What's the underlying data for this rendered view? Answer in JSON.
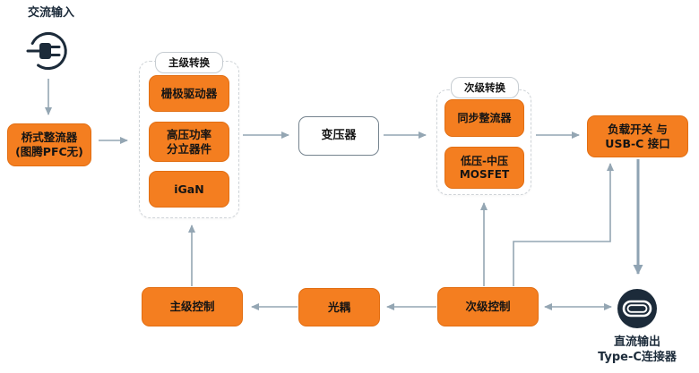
{
  "colors": {
    "accent_orange": "#F47E20",
    "navy": "#1C2B3A",
    "line_gray": "#94A6B3"
  },
  "icons": {
    "ac_input": "ac-plug-icon",
    "dc_output": "usb-c-port-icon"
  },
  "nodes": {
    "ac_input_label": "交流输入",
    "bridge_rectifier": {
      "line1": "桥式整流器",
      "line2": "(图腾PFC无)"
    },
    "primary_group_label": "主级转换",
    "gate_driver": "栅极驱动器",
    "hv_discrete": {
      "line1": "高压功率",
      "line2": "分立器件"
    },
    "igan": "iGaN",
    "transformer": "变压器",
    "secondary_group_label": "次级转换",
    "sync_rectifier": "同步整流器",
    "lv_mosfet": {
      "line1": "低压-中压",
      "line2": "MOSFET"
    },
    "load_switch": {
      "line1": "负载开关 与",
      "line2": "USB-C 接口"
    },
    "primary_control": "主级控制",
    "optocoupler": "光耦",
    "secondary_control": "次级控制",
    "dc_output": {
      "line1": "直流输出",
      "line2": "Type-C连接器"
    }
  }
}
